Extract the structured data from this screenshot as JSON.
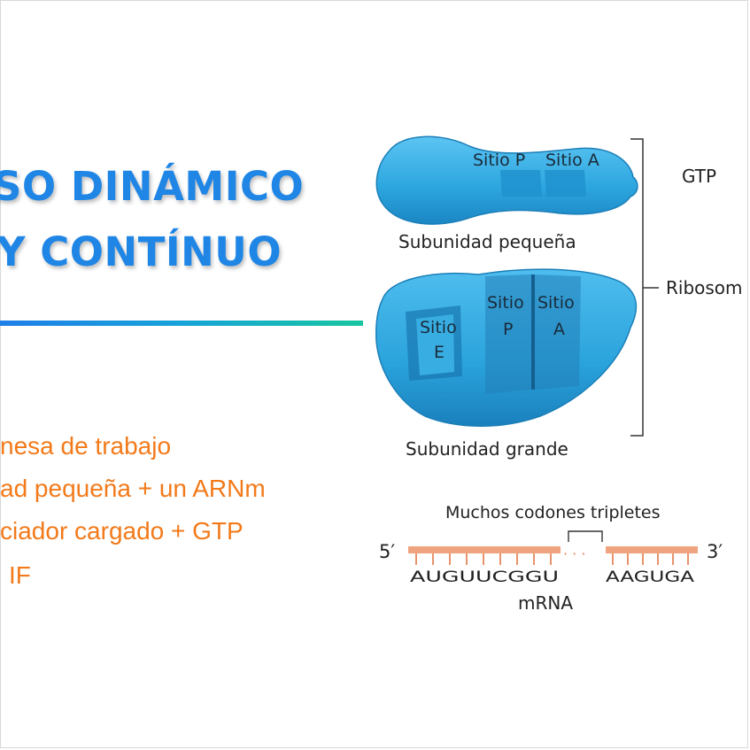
{
  "slide": {
    "title_line1": "SO DINÁMICO",
    "title_line2": "Y CONTÍNUO",
    "accent_color": "#1f86e6",
    "bullet_color": "#f27a1a",
    "bullets": [
      "nesa de trabajo",
      "ad pequeña + un ARNm",
      "ciador cargado + GTP",
      "IF"
    ]
  },
  "diagram": {
    "small_subunit": {
      "label": "Subunidad pequeña",
      "site_p": "Sitio P",
      "site_a": "Sitio A"
    },
    "large_subunit": {
      "label": "Subunidad grande",
      "site_e_1": "Sitio",
      "site_e_2": "E",
      "site_p_1": "Sitio",
      "site_p_2": "P",
      "site_a_1": "Sitio",
      "site_a_2": "A"
    },
    "gtp_label": "GTP",
    "ribosome_label": "Ribosom",
    "mrna": {
      "codons_label": "Muchos codones tripletes",
      "five_prime": "5′",
      "three_prime": "3′",
      "seq_left": "AUGUUCGGU",
      "seq_right": "AAGUGA",
      "label": "mRNA",
      "dots": "· · ·"
    },
    "colors": {
      "ribosome": "#2ea8e0",
      "ribosome_dark": "#1b7fb8",
      "mrna_strand": "#f0a37f"
    }
  }
}
